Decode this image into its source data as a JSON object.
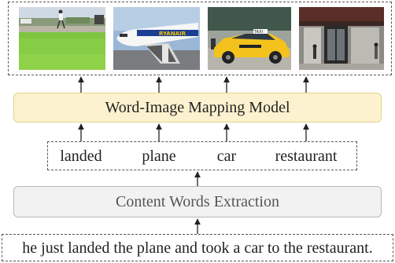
{
  "model": {
    "label": "Word-Image Mapping Model"
  },
  "extraction": {
    "label": "Content Words Extraction"
  },
  "words": [
    {
      "label": "landed"
    },
    {
      "label": "plane"
    },
    {
      "label": "car"
    },
    {
      "label": "restaurant"
    }
  ],
  "sentence": {
    "text": "he just landed the plane and took a car to the restaurant."
  },
  "images": [
    {
      "subject": "person walking on a green lawn (landed)"
    },
    {
      "subject": "airplane on tarmac (plane)"
    },
    {
      "subject": "yellow taxi cab (car)"
    },
    {
      "subject": "restaurant building entrance (restaurant)"
    }
  ],
  "colors": {
    "model_fill": "#fdf2cf",
    "model_border": "#e6d08a",
    "extract_fill": "#f2f2f2",
    "extract_border": "#b8b8b8"
  }
}
